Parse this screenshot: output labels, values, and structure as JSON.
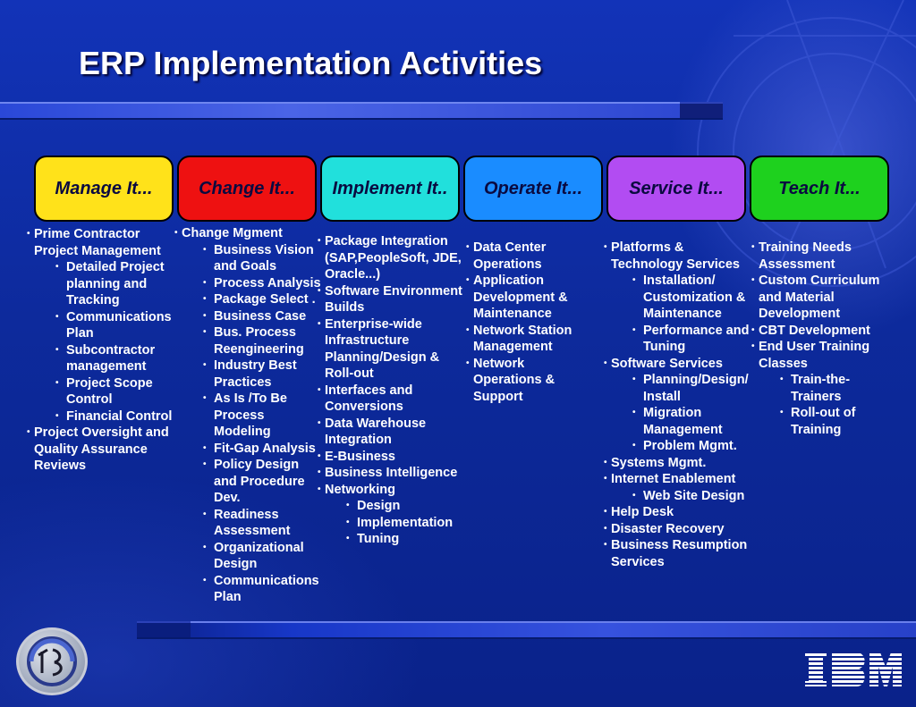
{
  "title": "ERP Implementation Activities",
  "categories": [
    {
      "label": "Manage It...",
      "color": "#ffe21a"
    },
    {
      "label": "Change It...",
      "color": "#ee1111"
    },
    {
      "label": "Implement It..",
      "color": "#21e0dc"
    },
    {
      "label": "Operate It...",
      "color": "#1a8cff"
    },
    {
      "label": "Service It...",
      "color": "#b24cf2"
    },
    {
      "label": "Teach It...",
      "color": "#1ed11e"
    }
  ],
  "columns": [
    [
      {
        "text": "Prime Contractor Project Management",
        "sub": [
          "Detailed Project planning and Tracking",
          "Communications Plan",
          "Subcontractor management",
          "Project Scope Control",
          "Financial Control"
        ]
      },
      {
        "text": "Project Oversight and Quality Assurance Reviews"
      }
    ],
    [
      {
        "text": "Change Mgment",
        "sub": [
          "Business Vision and Goals",
          "Process Analysis",
          "Package Select .",
          "Business Case",
          " Bus. Process Reengineering",
          "Industry Best Practices",
          "As Is /To Be Process Modeling",
          "Fit-Gap Analysis",
          "Policy Design and Procedure Dev.",
          "Readiness Assessment",
          "Organizational Design",
          "Communications Plan"
        ]
      }
    ],
    [
      {
        "text": "Package Integration (SAP,PeopleSoft, JDE, Oracle...)"
      },
      {
        "text": "Software Environment Builds"
      },
      {
        "text": "Enterprise-wide Infrastructure Planning/Design & Roll-out"
      },
      {
        "text": "Interfaces and Conversions"
      },
      {
        "text": "Data Warehouse Integration"
      },
      {
        "text": "E-Business"
      },
      {
        "text": "Business Intelligence"
      },
      {
        "text": "Networking",
        "sub": [
          "Design",
          "Implementation",
          "Tuning"
        ]
      }
    ],
    [
      {
        "text": "Data Center Operations"
      },
      {
        "text": "Application Development & Maintenance"
      },
      {
        "text": "Network Station Management"
      },
      {
        "text": "Network Operations & Support"
      }
    ],
    [
      {
        "text": "Platforms & Technology Services",
        "sub": [
          "Installation/ Customization & Maintenance",
          "Performance and Tuning"
        ]
      },
      {
        "text": "Software Services",
        "sub": [
          "Planning/Design/ Install",
          "Migration Management",
          "Problem Mgmt."
        ]
      },
      {
        "text": "Systems Mgmt."
      },
      {
        "text": "Internet Enablement",
        "sub": [
          "Web Site Design"
        ]
      },
      {
        "text": "Help Desk"
      },
      {
        "text": "Disaster Recovery"
      },
      {
        "text": "Business Resumption Services"
      }
    ],
    [
      {
        "text": "Training Needs Assessment"
      },
      {
        "text": "Custom Curriculum and Material Development"
      },
      {
        "text": "CBT Development"
      },
      {
        "text": "End User Training Classes",
        "sub": [
          "Train-the-Trainers",
          "Roll-out of Training"
        ]
      }
    ]
  ],
  "logo": {
    "brand": "IBM"
  }
}
